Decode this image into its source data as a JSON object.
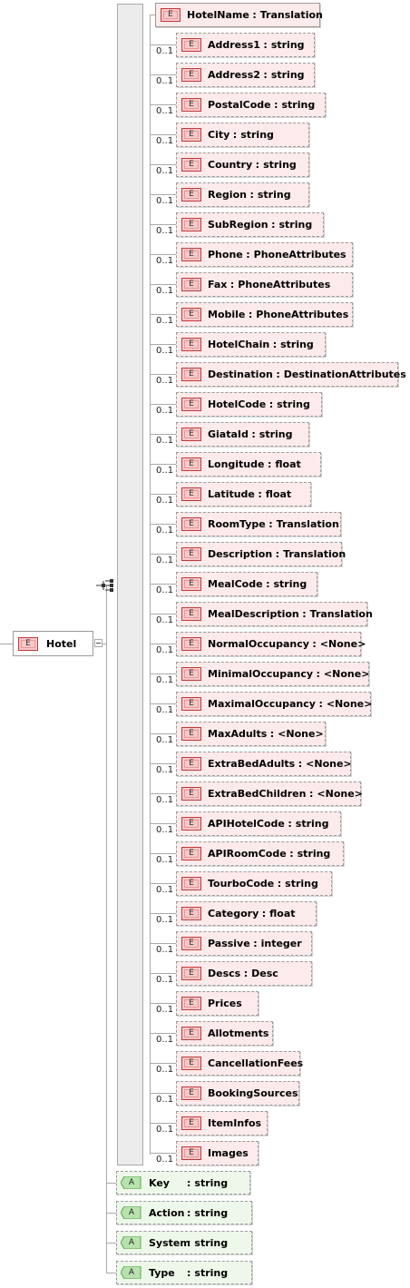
{
  "root": {
    "badge": "E",
    "name": "Hotel"
  },
  "elements": [
    {
      "name": "HotelName",
      "type": "Translation",
      "occurrence": ""
    },
    {
      "name": "Address1",
      "type": "string",
      "occurrence": "0..1"
    },
    {
      "name": "Address2",
      "type": "string",
      "occurrence": "0..1"
    },
    {
      "name": "PostalCode",
      "type": "string",
      "occurrence": "0..1"
    },
    {
      "name": "City",
      "type": "string",
      "occurrence": "0..1"
    },
    {
      "name": "Country",
      "type": "string",
      "occurrence": "0..1"
    },
    {
      "name": "Region",
      "type": "string",
      "occurrence": "0..1"
    },
    {
      "name": "SubRegion",
      "type": "string",
      "occurrence": "0..1"
    },
    {
      "name": "Phone",
      "type": "PhoneAttributes",
      "occurrence": "0..1"
    },
    {
      "name": "Fax",
      "type": "PhoneAttributes",
      "occurrence": "0..1"
    },
    {
      "name": "Mobile",
      "type": "PhoneAttributes",
      "occurrence": "0..1"
    },
    {
      "name": "HotelChain",
      "type": "string",
      "occurrence": "0..1"
    },
    {
      "name": "Destination",
      "type": "DestinationAttributes",
      "occurrence": "0..1"
    },
    {
      "name": "HotelCode",
      "type": "string",
      "occurrence": "0..1"
    },
    {
      "name": "GiataId",
      "type": "string",
      "occurrence": "0..1"
    },
    {
      "name": "Longitude",
      "type": "float",
      "occurrence": "0..1"
    },
    {
      "name": "Latitude",
      "type": "float",
      "occurrence": "0..1"
    },
    {
      "name": "RoomType",
      "type": "Translation",
      "occurrence": "0..1"
    },
    {
      "name": "Description",
      "type": "Translation",
      "occurrence": "0..1"
    },
    {
      "name": "MealCode",
      "type": "string",
      "occurrence": "0..1"
    },
    {
      "name": "MealDescription",
      "type": "Translation",
      "occurrence": "0..1"
    },
    {
      "name": "NormalOccupancy",
      "type": "<None>",
      "occurrence": "0..1"
    },
    {
      "name": "MinimalOccupancy",
      "type": "<None>",
      "occurrence": "0..1"
    },
    {
      "name": "MaximalOccupancy",
      "type": "<None>",
      "occurrence": "0..1"
    },
    {
      "name": "MaxAdults",
      "type": "<None>",
      "occurrence": "0..1"
    },
    {
      "name": "ExtraBedAdults",
      "type": "<None>",
      "occurrence": "0..1"
    },
    {
      "name": "ExtraBedChildren",
      "type": "<None>",
      "occurrence": "0..1"
    },
    {
      "name": "APIHotelCode",
      "type": "string",
      "occurrence": "0..1"
    },
    {
      "name": "APIRoomCode",
      "type": "string",
      "occurrence": "0..1"
    },
    {
      "name": "TourboCode",
      "type": "string",
      "occurrence": "0..1"
    },
    {
      "name": "Category",
      "type": "float",
      "occurrence": "0..1"
    },
    {
      "name": "Passive",
      "type": "integer",
      "occurrence": "0..1"
    },
    {
      "name": "Descs",
      "type": "Desc",
      "occurrence": "0..1"
    },
    {
      "name": "Prices",
      "type": "",
      "occurrence": "0..1"
    },
    {
      "name": "Allotments",
      "type": "",
      "occurrence": "0..1"
    },
    {
      "name": "CancellationFees",
      "type": "",
      "occurrence": "0..1"
    },
    {
      "name": "BookingSources",
      "type": "",
      "occurrence": "0..1"
    },
    {
      "name": "ItemInfos",
      "type": "",
      "occurrence": "0..1"
    },
    {
      "name": "Images",
      "type": "",
      "occurrence": "0..1"
    }
  ],
  "attributes": [
    {
      "badge": "A",
      "name": "Key",
      "type": "string"
    },
    {
      "badge": "A",
      "name": "Action",
      "type": "string"
    },
    {
      "badge": "A",
      "name": "System",
      "type": "string"
    },
    {
      "badge": "A",
      "name": "Type",
      "type": "string"
    }
  ],
  "element_badge": "E",
  "separator": ":",
  "colors": {
    "element_fill": "#fdeaea",
    "element_badge_border": "#c33a3a",
    "attribute_fill": "#eef8ea",
    "attribute_badge": "#58a84a",
    "connector": "#a9a9a9"
  }
}
